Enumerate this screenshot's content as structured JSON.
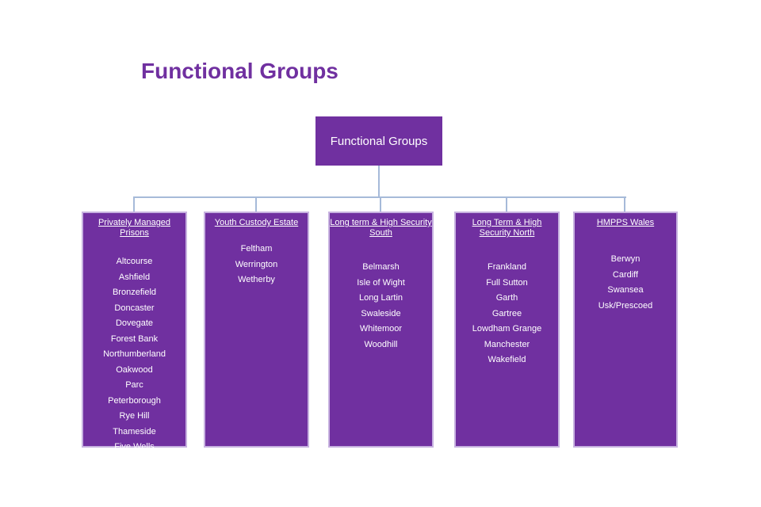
{
  "page_title": "Functional Groups",
  "root_node": {
    "label": "Functional Groups"
  },
  "colors": {
    "node_fill": "#7030A0",
    "title_text": "#7030A0",
    "box_border": "#C7B2E0",
    "connector": "#A6BAD9",
    "node_text": "#ffffff",
    "background": "#ffffff"
  },
  "groups": [
    {
      "title": "Privately Managed Prisons",
      "title_lines": [
        "Privately Managed Prisons"
      ],
      "items": [
        "Altcourse",
        "Ashfield",
        "Bronzefield",
        "Doncaster",
        "Dovegate",
        "Forest Bank",
        "Northumberland",
        "Oakwood",
        "Parc",
        "Peterborough",
        "Rye Hill",
        "Thameside",
        "Five Wells"
      ]
    },
    {
      "title": "Youth Custody Estate",
      "title_lines": [
        "Youth Custody Estate"
      ],
      "items": [
        "Feltham",
        "Werrington",
        "Wetherby"
      ]
    },
    {
      "title": "Long term & High Security South",
      "title_lines": [
        "Long term & High Security",
        "South"
      ],
      "items": [
        "Belmarsh",
        "Isle of Wight",
        "Long Lartin",
        "Swaleside",
        "Whitemoor",
        "Woodhill"
      ]
    },
    {
      "title": "Long Term & High Security North",
      "title_lines": [
        "Long Term & High",
        "Security North"
      ],
      "items": [
        "Frankland",
        "Full Sutton",
        "Garth",
        "Gartree",
        "Lowdham Grange",
        "Manchester",
        "Wakefield"
      ]
    },
    {
      "title": "HMPPS Wales",
      "title_lines": [
        "HMPPS Wales"
      ],
      "items": [
        "Berwyn",
        "Cardiff",
        "Swansea",
        "Usk/Prescoed"
      ]
    }
  ]
}
